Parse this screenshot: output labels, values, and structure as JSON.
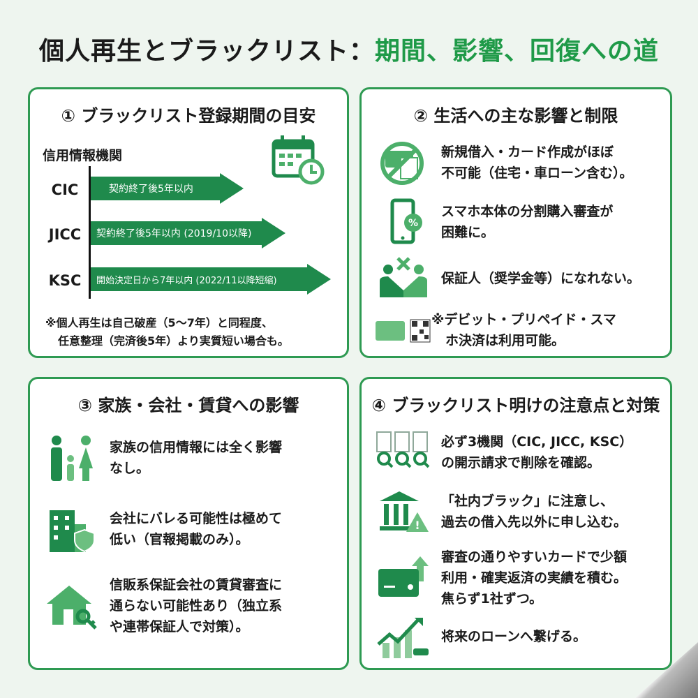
{
  "title": {
    "main": "個人再生とブラックリスト：",
    "accent": "期間、影響、回復への道"
  },
  "colors": {
    "accent": "#1f9a48",
    "arrow": "#1f8a4c",
    "border": "#2e9a52"
  },
  "panel1": {
    "heading": "① ブラックリスト登録期間の目安",
    "sub": "信用情報機関",
    "rows": [
      {
        "org": "CIC",
        "text": "契約終了後5年以内"
      },
      {
        "org": "JICC",
        "text": "契約終了後5年以内 (2019/10以降)"
      },
      {
        "org": "KSC",
        "text": "開始決定日から7年以内 (2022/11以降短縮)"
      }
    ],
    "note1": "※個人再生は自己破産（5〜7年）と同程度、",
    "note2": "任意整理（完済後5年）より実質短い場合も。",
    "icon": "calendar-clock-icon"
  },
  "panel2": {
    "heading": "② 生活への主な影響と制限",
    "items": [
      {
        "icon": "no-card-loan-icon",
        "l1": "新規借入・カード作成がほぼ",
        "l2": "不可能（住宅・車ローン含む）。"
      },
      {
        "icon": "smartphone-percent-icon",
        "l1": "スマホ本体の分割購入審査が",
        "l2": "困難に。"
      },
      {
        "icon": "guarantor-x-icon",
        "l1": "保証人（奨学金等）になれない。",
        "l2": ""
      },
      {
        "icon": "debit-qr-icon",
        "l1": "※デビット・プリペイド・スマ",
        "l2": "ホ決済は利用可能。"
      }
    ]
  },
  "panel3": {
    "heading": "③ 家族・会社・賃貸への影響",
    "items": [
      {
        "icon": "family-icon",
        "l1": "家族の信用情報には全く影響",
        "l2": "なし。"
      },
      {
        "icon": "office-shield-icon",
        "l1": "会社にバレる可能性は極めて",
        "l2": "低い（官報掲載のみ）。"
      },
      {
        "icon": "house-key-icon",
        "l1": "信販系保証会社の賃貸審査に",
        "l2": "通らない可能性あり（独立系",
        "l3": "や連帯保証人で対策）。"
      }
    ]
  },
  "panel4": {
    "heading": "④ ブラックリスト明けの注意点と対策",
    "items": [
      {
        "icon": "documents-search-icon",
        "l1": "必ず3機関（CIC, JICC, KSC）",
        "l2": "の開示請求で削除を確認。"
      },
      {
        "icon": "bank-warning-icon",
        "l1": "「社内ブラック」に注意し、",
        "l2": "過去の借入先以外に申し込む。"
      },
      {
        "icon": "card-up-arrow-icon",
        "l1": "審査の通りやすいカードで少額",
        "l2": "利用・確実返済の実績を積む。",
        "l3": "焦らず1社ずつ。"
      },
      {
        "icon": "growth-chart-car-icon",
        "l1": "将来のローンへ繋げる。",
        "l2": ""
      }
    ]
  }
}
